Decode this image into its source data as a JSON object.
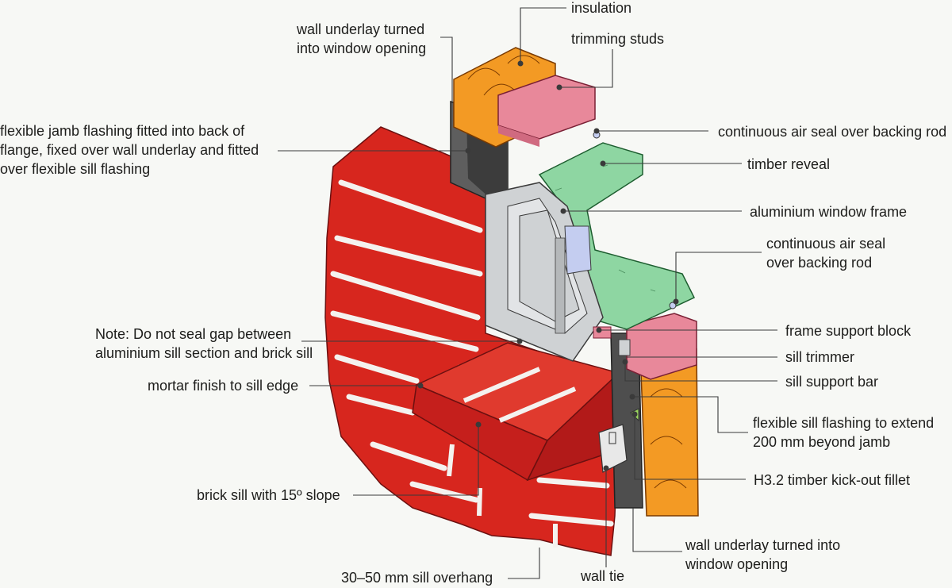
{
  "colors": {
    "brick": "#d7261e",
    "brick_dark": "#a8171a",
    "mortar": "#f4f2ef",
    "insulation": "#f39a24",
    "stud": "#e8889a",
    "reveal": "#8ed6a2",
    "frame": "#cfd2d4",
    "underlay": "#5e5e5e",
    "glass": "#c4cdf0",
    "background": "#f7f8f5"
  },
  "labels": {
    "insulation": "insulation",
    "trimming_studs": "trimming studs",
    "underlay_top": [
      "wall underlay turned",
      "into window opening"
    ],
    "jamb_flashing": [
      "flexible jamb flashing fitted into back of",
      "flange, fixed over wall underlay and fitted",
      "over flexible sill flashing"
    ],
    "air_seal_top": "continuous air seal over backing rod",
    "timber_reveal": "timber reveal",
    "window_frame": "aluminium window frame",
    "air_seal_mid": [
      "continuous air seal",
      "over backing rod"
    ],
    "note": [
      "Note: Do not seal gap between",
      "aluminium sill section and brick sill"
    ],
    "frame_support": "frame support block",
    "sill_trimmer": "sill trimmer",
    "mortar_finish": "mortar finish to sill edge",
    "sill_support": "sill support bar",
    "sill_flashing": [
      "flexible sill flashing to extend",
      "200 mm beyond jamb"
    ],
    "brick_sill": "brick sill with 15º slope",
    "kickout": "H3.2 timber kick-out fillet",
    "underlay_bottom": [
      "wall underlay turned into",
      "window opening"
    ],
    "overhang": "30–50 mm sill overhang",
    "wall_tie": "wall tie"
  }
}
